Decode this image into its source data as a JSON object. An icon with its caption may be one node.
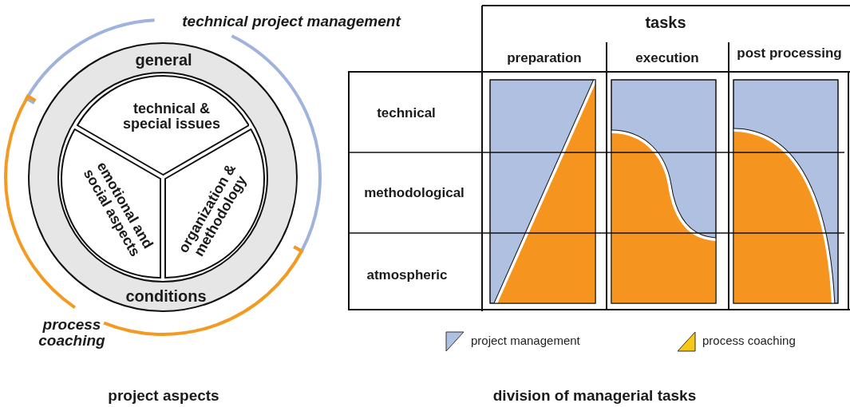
{
  "diagram": {
    "nodes": [
      {
        "text": [
          "general",
          "conditions"
        ]
      },
      {
        "text": [
          "technical & special issues"
        ],
        "in": 0
      },
      {
        "text": [
          "emotional and social aspects"
        ],
        "in": 0
      },
      {
        "text": [
          "organization & methodology"
        ],
        "in": 0
      }
    ],
    "labels": [
      "technical project management",
      "process coaching",
      "tasks",
      "preparation",
      "execution",
      "post processing",
      "technical",
      "methodological",
      "atmospheric",
      "project aspects",
      "division of managerial tasks"
    ],
    "legend": [
      {
        "text": "project management",
        "color": "#afc0e0"
      },
      {
        "text": "process coaching",
        "color": "#f7c815"
      }
    ]
  }
}
